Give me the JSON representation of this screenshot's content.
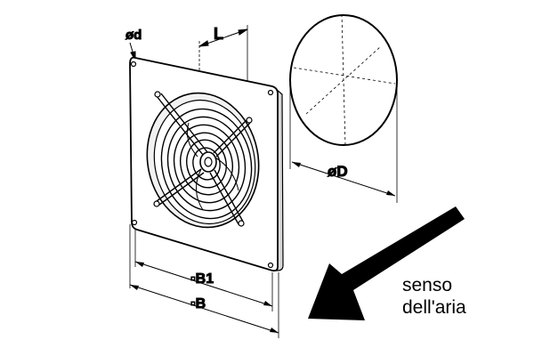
{
  "dimensions": {
    "hole_diameter": "ød",
    "depth": "L",
    "duct_diameter": "øD",
    "mounting_square": "▫B1",
    "plate_square": "▫B"
  },
  "airflow": {
    "line1": "senso",
    "line2": "dell'aria"
  },
  "colors": {
    "ink": "#000000",
    "background": "#ffffff"
  }
}
